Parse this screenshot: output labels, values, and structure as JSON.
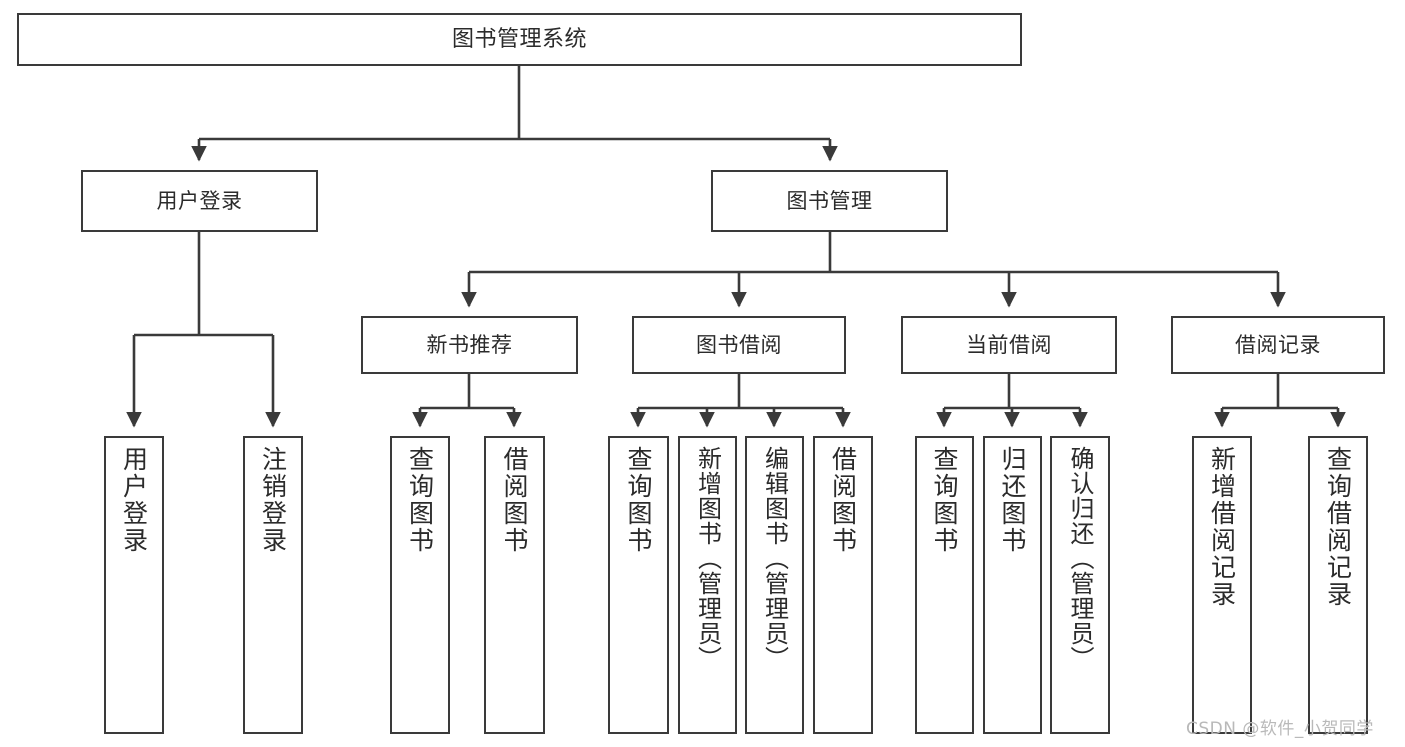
{
  "diagram": {
    "type": "tree-hierarchy-chart",
    "title": "图书管理系统",
    "orientation": "top-down",
    "box_fill": "#ffffff",
    "box_stroke": "#3a3a3a",
    "connector_color": "#3a3a3a",
    "root": {
      "label": "图书管理系统"
    },
    "level2": [
      {
        "label": "用户登录"
      },
      {
        "label": "图书管理"
      }
    ],
    "level3": [
      {
        "label": "新书推荐"
      },
      {
        "label": "图书借阅"
      },
      {
        "label": "当前借阅"
      },
      {
        "label": "借阅记录"
      }
    ],
    "leaves": {
      "user_login": [
        {
          "label": "用户登录"
        },
        {
          "label": "注销登录"
        }
      ],
      "new_book_recommend": [
        {
          "label": "查询图书"
        },
        {
          "label": "借阅图书"
        }
      ],
      "book_borrow": [
        {
          "label": "查询图书"
        },
        {
          "label": "新增图书（管理员）"
        },
        {
          "label": "编辑图书（管理员）"
        },
        {
          "label": "借阅图书"
        }
      ],
      "current_borrow": [
        {
          "label": "查询图书"
        },
        {
          "label": "归还图书"
        },
        {
          "label": "确认归还（管理员）"
        }
      ],
      "borrow_record": [
        {
          "label": "新增借阅记录"
        },
        {
          "label": "查询借阅记录"
        }
      ]
    }
  },
  "watermark": {
    "text": "CSDN @软件_小贺同学"
  }
}
